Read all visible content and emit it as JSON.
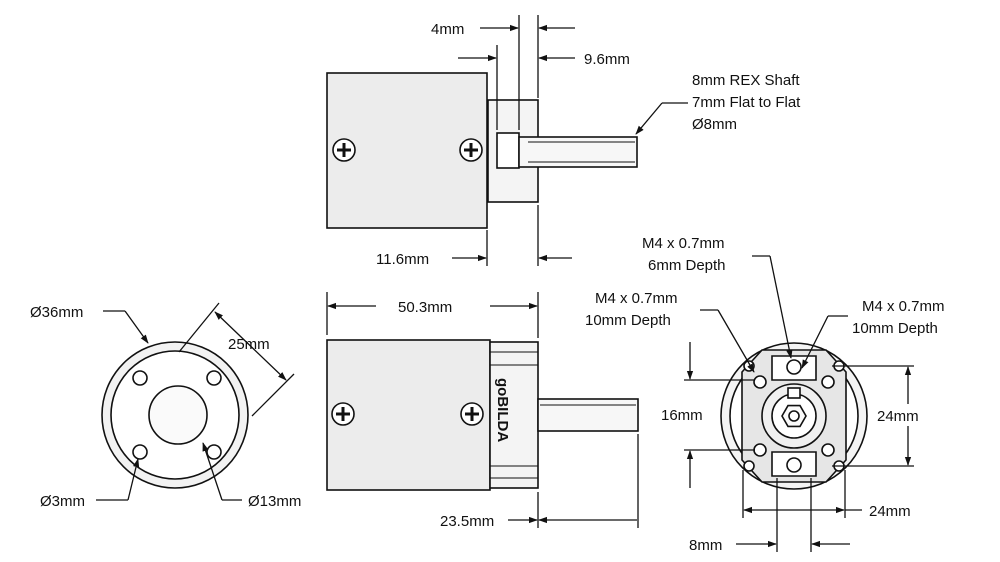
{
  "colors": {
    "line": "#111111",
    "motor_body": "#ececec",
    "gearbox": "#f4f4f4",
    "shaft": "#f7f7f7",
    "background": "#ffffff"
  },
  "top_view": {
    "dim_hub": "4mm",
    "dim_shaft_offset": "9.6mm",
    "shaft_note": [
      "8mm REX Shaft",
      "7mm Flat to Flat",
      "Ø8mm"
    ],
    "dim_body_to_shaft": "11.6mm"
  },
  "left_view": {
    "dim_outer_diameter": "Ø36mm",
    "dim_bolt_spacing": "25mm",
    "dim_hole_diameter": "Ø3mm",
    "dim_boss_diameter": "Ø13mm"
  },
  "side_view": {
    "dim_length": "50.3mm",
    "dim_shaft_length": "23.5mm",
    "brand_text": "goBILDA"
  },
  "right_view": {
    "thread_top": [
      "M4 x 0.7mm",
      "6mm Depth"
    ],
    "thread_left": [
      "M4 x 0.7mm",
      "10mm Depth"
    ],
    "thread_right": [
      "M4 x 0.7mm",
      "10mm Depth"
    ],
    "dim_16": "16mm",
    "dim_24_vertical": "24mm",
    "dim_24_horizontal": "24mm",
    "dim_8": "8mm"
  }
}
